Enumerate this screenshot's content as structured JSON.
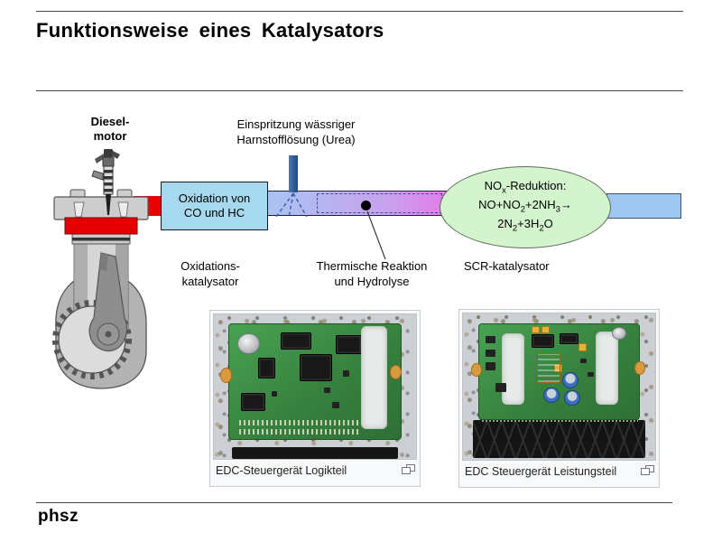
{
  "theme": {
    "red_pipe": "#e80000",
    "box_blue": "#a6d9ee",
    "pipe_blue": "#a9c4f2",
    "pipe_magenta": "#ee6de8",
    "pipe_light": "#9dc6f1",
    "ellipse_green": "#d3f4cd",
    "injector_blue": "#2e5f95",
    "dashed": "#4747a1"
  },
  "header": {
    "title": "Funktionsweise eines Katalysators"
  },
  "footer": {
    "logo": "phsz"
  },
  "diagram": {
    "engine_label": [
      "Diesel-",
      "motor"
    ],
    "injection_label": [
      "Einspritzung wässriger",
      "Harnstofflösung (Urea)"
    ],
    "oxidation_box": [
      "Oxidation von",
      "CO und HC"
    ],
    "oxidation_catalyst_label": [
      "Oxidations-",
      "katalysator"
    ],
    "thermal_label": [
      "Thermische Reaktion",
      "und Hydrolyse"
    ],
    "scr_label": "SCR-katalysator",
    "nox_reduction": {
      "l1_a": "NO",
      "l1_sub": "x",
      "l1_b": "-Reduktion:",
      "l2_a": "NO+NO",
      "l2_s1": "2",
      "l2_b": "+2NH",
      "l2_s2": "3",
      "l2_c": "→",
      "l3_a": "2N",
      "l3_s1": "2",
      "l3_b": "+3H",
      "l3_s2": "2",
      "l3_c": "O"
    }
  },
  "figures": [
    {
      "caption": "EDC-Steuergerät Logikteil",
      "icon": "expand-icon"
    },
    {
      "caption": "EDC Steuergerät Leistungsteil",
      "icon": "expand-icon"
    }
  ]
}
